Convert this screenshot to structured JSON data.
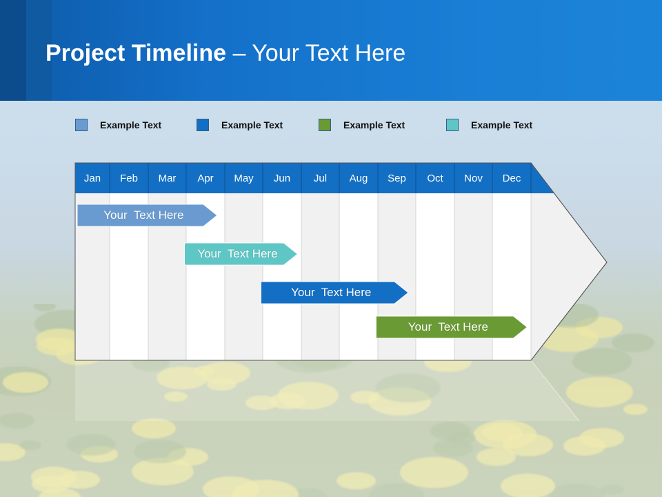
{
  "slide": {
    "title_bold": "Project Timeline",
    "title_rest": " – Your Text Here"
  },
  "legend": [
    {
      "label": "Example Text",
      "color": "#6a9bd0"
    },
    {
      "label": "Example Text",
      "color": "#136fc4"
    },
    {
      "label": "Example Text",
      "color": "#6a9a34"
    },
    {
      "label": "Example Text",
      "color": "#5ec6c4"
    }
  ],
  "timeline": {
    "months": [
      "Jan",
      "Feb",
      "Mar",
      "Apr",
      "May",
      "Jun",
      "Jul",
      "Aug",
      "Sep",
      "Oct",
      "Nov",
      "Dec"
    ],
    "header_color": "#136fc4",
    "tasks": [
      {
        "label": "Your  Text Here",
        "color": "#6a9bd0",
        "start_month": 1.0,
        "end_month": 4.8
      },
      {
        "label": "Your  Text Here",
        "color": "#5ec6c4",
        "start_month": 3.9,
        "end_month": 6.9
      },
      {
        "label": "Your  Text Here",
        "color": "#136fc4",
        "start_month": 5.9,
        "end_month": 9.8
      },
      {
        "label": "Your  Text Here",
        "color": "#6a9a34",
        "start_month": 8.9,
        "end_month": 12.9
      }
    ]
  }
}
